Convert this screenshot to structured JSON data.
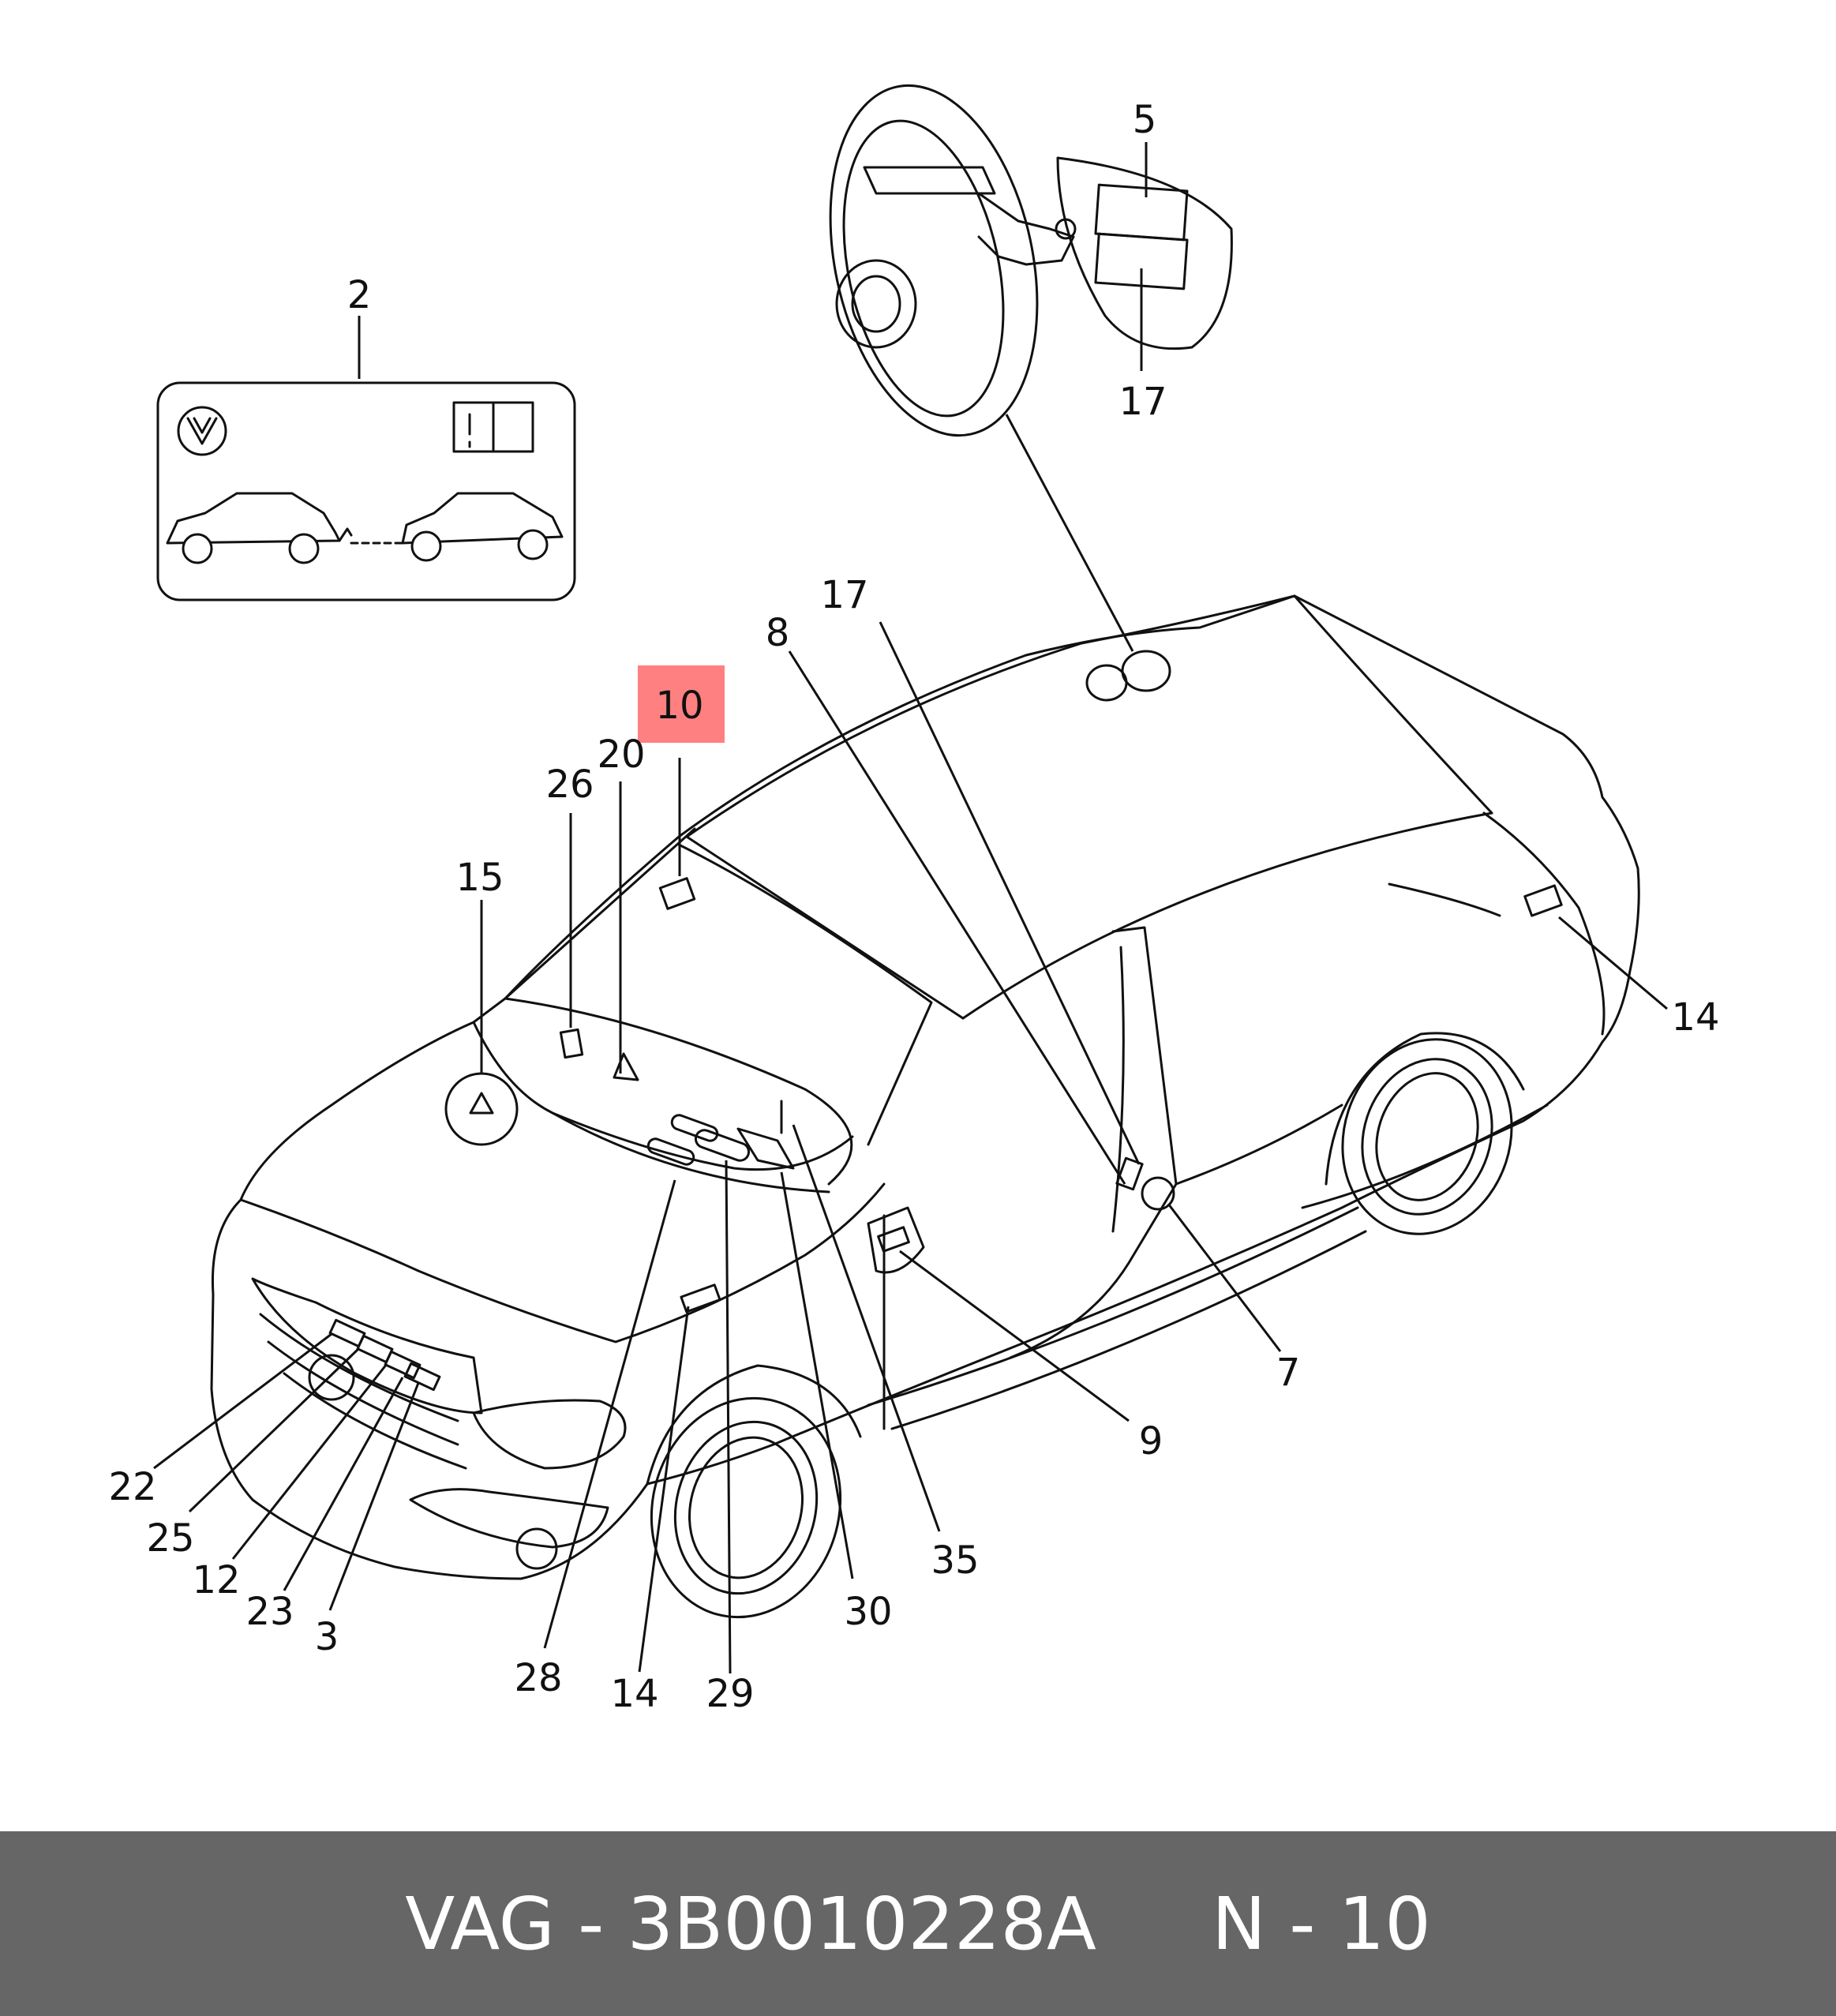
{
  "footer": {
    "brand": "VAG",
    "separator": " - ",
    "part_number": "3B0010228A",
    "position_prefix": "N - ",
    "position": "10"
  },
  "highlight": {
    "label": "10",
    "color": "#ff8080"
  },
  "labels": {
    "l2": "2",
    "l3": "3",
    "l5": "5",
    "l7": "7",
    "l8": "8",
    "l9": "9",
    "l10": "10",
    "l12": "12",
    "l14a": "14",
    "l14b": "14",
    "l15": "15",
    "l17a": "17",
    "l17b": "17",
    "l20": "20",
    "l22": "22",
    "l23": "23",
    "l25": "25",
    "l26": "26",
    "l28": "28",
    "l29": "29",
    "l30": "30",
    "l35": "35"
  }
}
